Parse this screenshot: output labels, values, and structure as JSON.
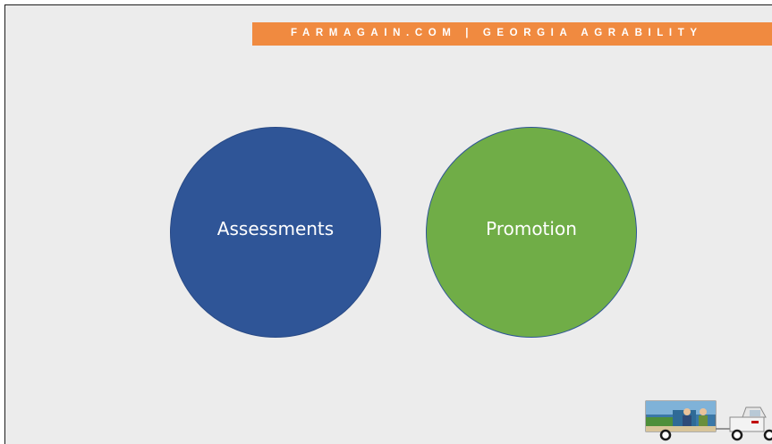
{
  "banner": {
    "text": "FARMAGAIN.COM   |   GEORGIA AGRABILITY"
  },
  "circles": [
    {
      "label": "Assessments",
      "color": "#2f5597"
    },
    {
      "label": "Promotion",
      "color": "#70ad47"
    }
  ],
  "colors": {
    "background": "#ececec",
    "banner": "#f08a40",
    "banner_text": "#ffffff"
  },
  "decoration": {
    "icon": "truck-with-trailer-icon"
  }
}
